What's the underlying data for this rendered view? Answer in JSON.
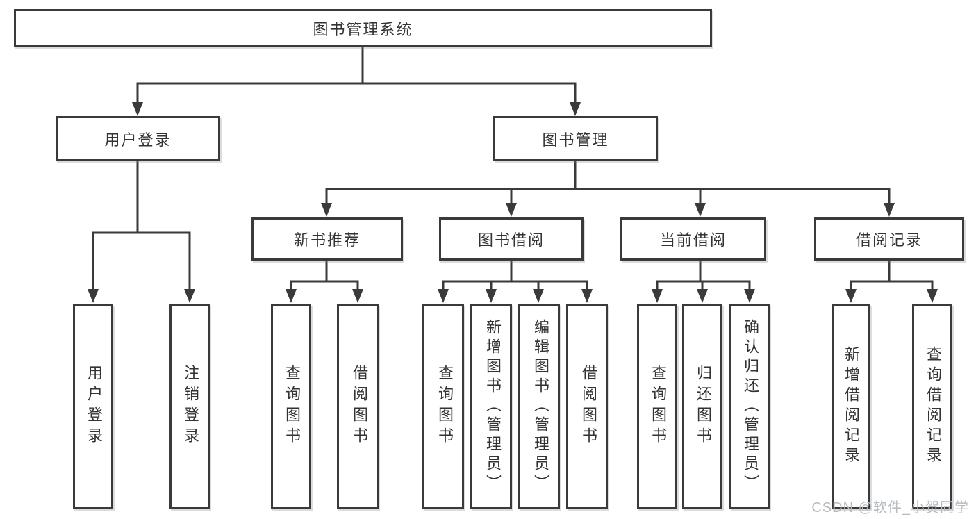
{
  "tree": {
    "label": "图书管理系统",
    "children": [
      {
        "label": "用户登录",
        "children": [
          {
            "label": "用户登录"
          },
          {
            "label": "注销登录"
          }
        ]
      },
      {
        "label": "图书管理",
        "children": [
          {
            "label": "新书推荐",
            "children": [
              {
                "label": "查询图书"
              },
              {
                "label": "借阅图书"
              }
            ]
          },
          {
            "label": "图书借阅",
            "children": [
              {
                "label": "查询图书"
              },
              {
                "label": "新增图书（管理员）"
              },
              {
                "label": "编辑图书（管理员）"
              },
              {
                "label": "借阅图书"
              }
            ]
          },
          {
            "label": "当前借阅",
            "children": [
              {
                "label": "查询图书"
              },
              {
                "label": "归还图书"
              },
              {
                "label": "确认归还（管理员）"
              }
            ]
          },
          {
            "label": "借阅记录",
            "children": [
              {
                "label": "新增借阅记录"
              },
              {
                "label": "查询借阅记录"
              }
            ]
          }
        ]
      }
    ]
  },
  "watermark": "CSDN @软件_小贺同学",
  "colors": {
    "line": "#3a3a3a",
    "text": "#333333",
    "background": "#ffffff",
    "watermark": "#b6bbbf"
  }
}
